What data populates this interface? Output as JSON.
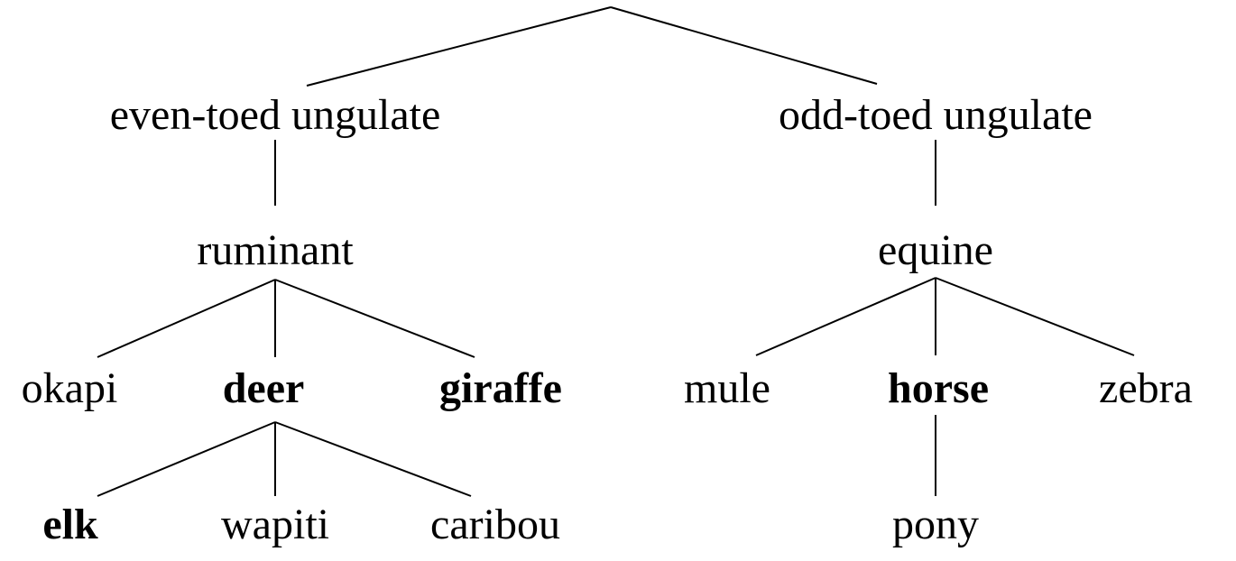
{
  "tree": {
    "nodes": [
      {
        "id": "root",
        "label": "",
        "bold": false
      },
      {
        "id": "even-toed",
        "label": "even-toed ungulate",
        "bold": false
      },
      {
        "id": "odd-toed",
        "label": "odd-toed ungulate",
        "bold": false
      },
      {
        "id": "ruminant",
        "label": "ruminant",
        "bold": false
      },
      {
        "id": "equine",
        "label": "equine",
        "bold": false
      },
      {
        "id": "okapi",
        "label": "okapi",
        "bold": false
      },
      {
        "id": "deer",
        "label": "deer",
        "bold": true
      },
      {
        "id": "giraffe",
        "label": "giraffe",
        "bold": true
      },
      {
        "id": "mule",
        "label": "mule",
        "bold": false
      },
      {
        "id": "horse",
        "label": "horse",
        "bold": true
      },
      {
        "id": "zebra",
        "label": "zebra",
        "bold": false
      },
      {
        "id": "elk",
        "label": "elk",
        "bold": true
      },
      {
        "id": "wapiti",
        "label": "wapiti",
        "bold": false
      },
      {
        "id": "caribou",
        "label": "caribou",
        "bold": false
      },
      {
        "id": "pony",
        "label": "pony",
        "bold": false
      }
    ],
    "edges": [
      [
        "root",
        "even-toed"
      ],
      [
        "root",
        "odd-toed"
      ],
      [
        "even-toed",
        "ruminant"
      ],
      [
        "odd-toed",
        "equine"
      ],
      [
        "ruminant",
        "okapi"
      ],
      [
        "ruminant",
        "deer"
      ],
      [
        "ruminant",
        "giraffe"
      ],
      [
        "equine",
        "mule"
      ],
      [
        "equine",
        "horse"
      ],
      [
        "equine",
        "zebra"
      ],
      [
        "deer",
        "elk"
      ],
      [
        "deer",
        "wapiti"
      ],
      [
        "deer",
        "caribou"
      ],
      [
        "horse",
        "pony"
      ]
    ]
  }
}
